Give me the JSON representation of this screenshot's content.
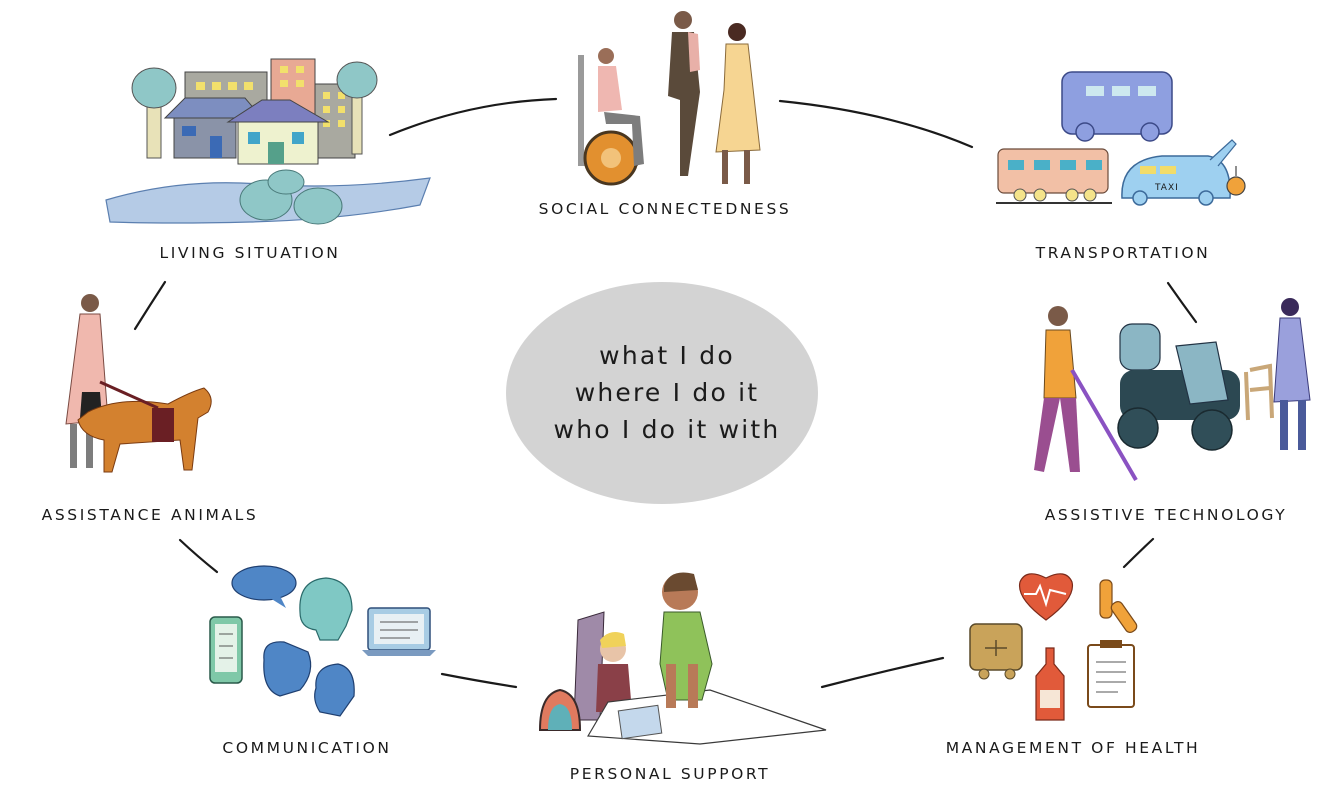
{
  "center": {
    "lines": [
      "what I do",
      "where I do it",
      "who I do it with"
    ]
  },
  "labels": {
    "living_situation": "LIVING SITUATION",
    "social_connectedness": "SOCIAL CONNECTEDNESS",
    "transportation": "TRANSPORTATION",
    "assistance_animals": "ASSISTANCE ANIMALS",
    "assistive_technology": "ASSISTIVE TECHNOLOGY",
    "communication": "COMMUNICATION",
    "personal_support": "PERSONAL SUPPORT",
    "management_of_health": "MANAGEMENT OF HEALTH"
  },
  "icons": {
    "taxi_sign": "TAXI"
  },
  "colors": {
    "center_ellipse": "#d3d3d3",
    "connector": "#1a1a1a",
    "label_text": "#1a1a1a"
  }
}
